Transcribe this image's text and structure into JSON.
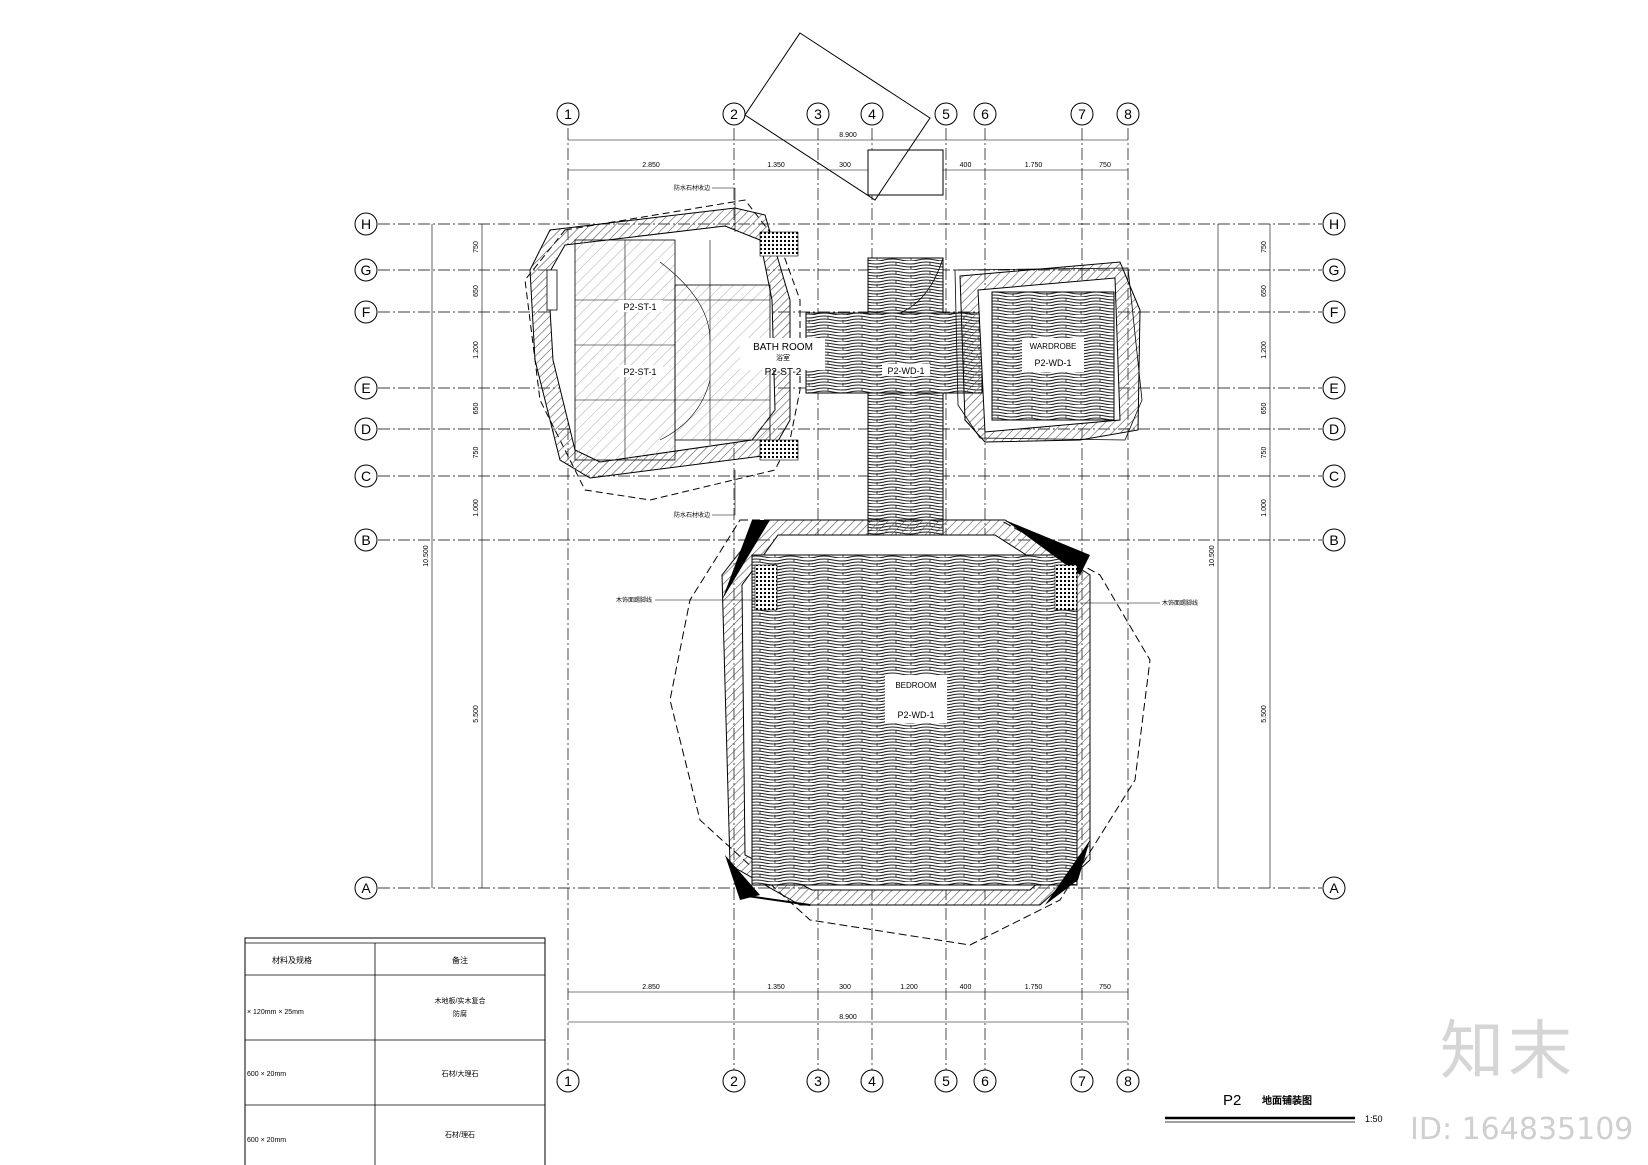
{
  "grid": {
    "columns": [
      "1",
      "2",
      "3",
      "4",
      "5",
      "6",
      "7",
      "8"
    ],
    "rows": [
      "H",
      "G",
      "F",
      "E",
      "D",
      "C",
      "B",
      "A"
    ]
  },
  "dimensions": {
    "total_width": "8.900",
    "col_spans": [
      "2.850",
      "1.350",
      "300",
      "1.200",
      "400",
      "1.750",
      "750"
    ],
    "row_spans": [
      "750",
      "650",
      "1.200",
      "650",
      "750",
      "1.000"
    ],
    "lower_span": "5.500",
    "total_height": "10.500"
  },
  "rooms": {
    "bath_title": "BATH ROOM",
    "bath_sub": "浴室",
    "bath_code": "P2-ST-2",
    "stone_code_a": "P2-ST-1",
    "stone_code_b": "P2-ST-1",
    "corridor_code": "P2-WD-1",
    "wardrobe_title": "WARDROBE",
    "wardrobe_code": "P2-WD-1",
    "bedroom_title": "BEDROOM",
    "bedroom_code": "P2-WD-1"
  },
  "callouts": {
    "top": "防水石材收边",
    "bottom": "防水石材收边",
    "left": "木饰面踢脚线",
    "right": "木饰面踢脚线"
  },
  "table": {
    "header": [
      "材料及规格",
      "备注"
    ],
    "rows": [
      [
        "× 120mm × 25mm",
        "木地板/实木复合",
        "防腐"
      ],
      [
        "600 × 20mm",
        "石材/大理石",
        ""
      ],
      [
        "600 × 20mm",
        "石材/理石",
        ""
      ]
    ]
  },
  "title_block": {
    "sheet": "P2",
    "name": "地面铺装图",
    "scale": "1:50"
  },
  "watermark": {
    "logo": "知末",
    "id": "ID: 164835109"
  }
}
